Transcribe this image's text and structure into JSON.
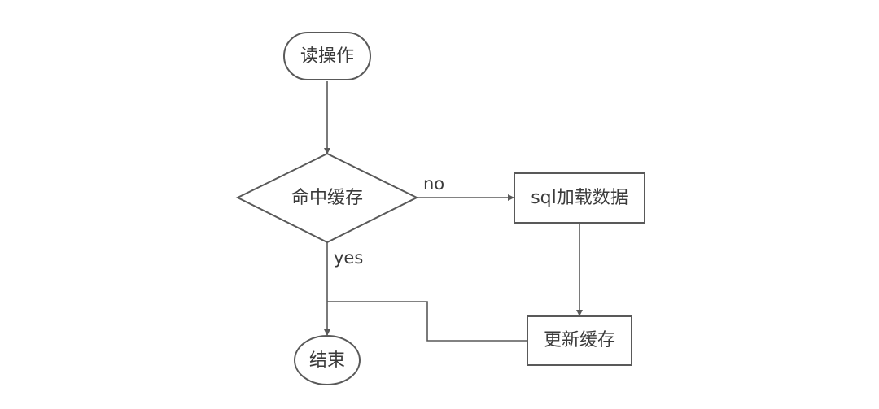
{
  "nodes": {
    "start": {
      "label": "读操作"
    },
    "decision": {
      "label": "命中缓存"
    },
    "load": {
      "label": "sql加载数据"
    },
    "update": {
      "label": "更新缓存"
    },
    "end": {
      "label": "结束"
    }
  },
  "edges": {
    "no": {
      "label": "no"
    },
    "yes": {
      "label": "yes"
    }
  }
}
